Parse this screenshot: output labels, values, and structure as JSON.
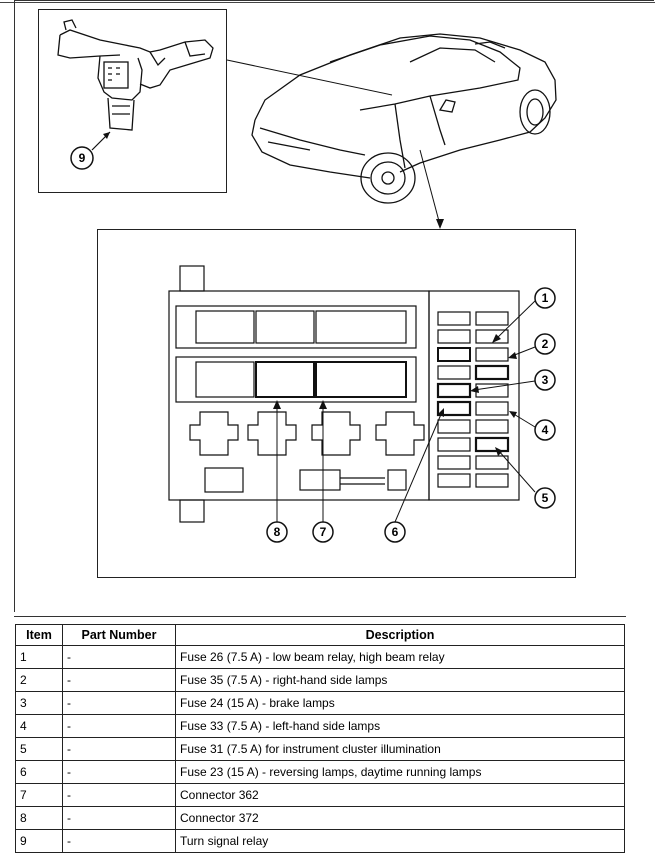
{
  "callouts": {
    "c1": "1",
    "c2": "2",
    "c3": "3",
    "c4": "4",
    "c5": "5",
    "c6": "6",
    "c7": "7",
    "c8": "8",
    "c9": "9"
  },
  "table": {
    "headers": {
      "item": "Item",
      "part_number": "Part Number",
      "description": "Description"
    },
    "rows": [
      {
        "item": "1",
        "part_number": "-",
        "description": "Fuse 26 (7.5 A) - low beam relay, high beam relay"
      },
      {
        "item": "2",
        "part_number": "-",
        "description": "Fuse 35 (7.5 A) - right-hand side lamps"
      },
      {
        "item": "3",
        "part_number": "-",
        "description": "Fuse 24 (15 A) - brake lamps"
      },
      {
        "item": "4",
        "part_number": "-",
        "description": "Fuse 33 (7.5 A) - left-hand side lamps"
      },
      {
        "item": "5",
        "part_number": "-",
        "description": "Fuse 31 (7.5 A) for instrument cluster illumination"
      },
      {
        "item": "6",
        "part_number": "-",
        "description": "Fuse 23 (15 A) - reversing lamps, daytime running lamps"
      },
      {
        "item": "7",
        "part_number": "-",
        "description": "Connector 362"
      },
      {
        "item": "8",
        "part_number": "-",
        "description": "Connector 372"
      },
      {
        "item": "9",
        "part_number": "-",
        "description": "Turn signal relay"
      }
    ]
  }
}
